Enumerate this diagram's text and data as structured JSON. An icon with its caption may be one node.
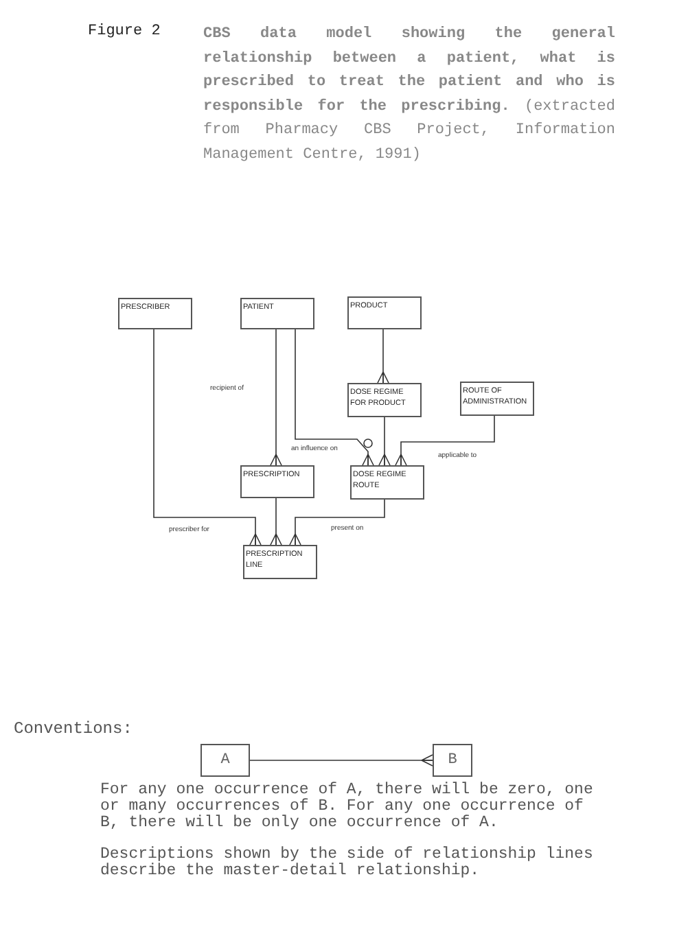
{
  "diagram": {
    "title": "Figure 2",
    "caption": "**CBS data model showing the general relationship between a patient, what is prescribed to treat the patient and who is responsible for the prescribing.** (extracted from Pharmacy CBS Project, Information Management Centre, 1991)",
    "nodes": [
      {
        "text": [
          "PRESCRIBER"
        ]
      },
      {
        "text": [
          "PATIENT"
        ]
      },
      {
        "text": [
          "PRODUCT"
        ]
      },
      {
        "text": [
          "DOSE REGIME FOR PRODUCT"
        ]
      },
      {
        "text": [
          "ROUTE OF ADMINISTRATION"
        ]
      },
      {
        "text": [
          "PRESCRIPTION"
        ]
      },
      {
        "text": [
          "DOSE REGIME ROUTE"
        ]
      },
      {
        "text": [
          "PRESCRIPTION LINE"
        ]
      },
      {
        "text": [
          "A"
        ]
      },
      {
        "text": [
          "B"
        ]
      }
    ],
    "edges": [
      {
        "from": 2,
        "to": 3,
        "arrow": "other"
      },
      {
        "from": 1,
        "to": 5,
        "arrow": "other",
        "label": "recipient of"
      },
      {
        "from": 1,
        "to": 6,
        "arrow": "other",
        "label": "an influence on"
      },
      {
        "from": 3,
        "to": 6,
        "arrow": "other"
      },
      {
        "from": 4,
        "to": 6,
        "arrow": "other",
        "label": "applicable to"
      },
      {
        "from": 0,
        "to": 7,
        "arrow": "other",
        "label": "prescriber for"
      },
      {
        "from": 5,
        "to": 7,
        "arrow": "other"
      },
      {
        "from": 6,
        "to": 7,
        "arrow": "other",
        "label": "present on"
      },
      {
        "from": 8,
        "to": 9,
        "arrow": "other"
      }
    ],
    "labels": [
      "Conventions:",
      "For any one occurrence of A, there will be zero, one or many occurrences of B. For any one occurrence of B, there will be only one occurrence of A.",
      "Descriptions shown by the side of relationship lines describe the master-detail relationship."
    ]
  }
}
